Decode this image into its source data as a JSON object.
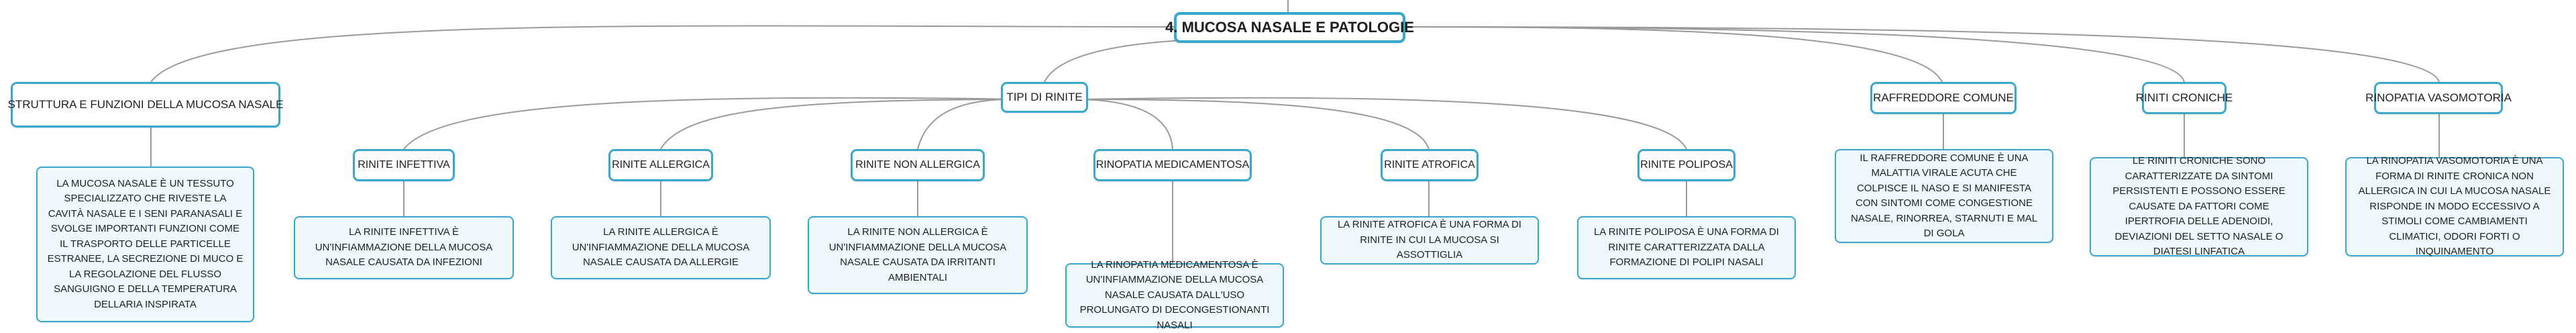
{
  "root": {
    "label": "4. MUCOSA NASALE E PATOLOGIE"
  },
  "struttura": {
    "label": "STRUTTURA E FUNZIONI DELLA MUCOSA NASALE",
    "detail": "LA MUCOSA NASALE È UN TESSUTO SPECIALIZZATO CHE RIVESTE LA CAVITÀ NASALE E I SENI PARANASALI E SVOLGE IMPORTANTI FUNZIONI COME IL TRASPORTO DELLE PARTICELLE ESTRANEE, LA SECREZIONE DI MUCO E LA REGOLAZIONE DEL FLUSSO SANGUIGNO E DELLA TEMPERATURA DELLARIA INSPIRATA"
  },
  "tipi": {
    "label": "TIPI DI RINITE",
    "items": [
      {
        "label": "RINITE INFETTIVA",
        "detail": "LA RINITE INFETTIVA È UN'INFIAMMAZIONE DELLA MUCOSA NASALE CAUSATA DA INFEZIONI"
      },
      {
        "label": "RINITE ALLERGICA",
        "detail": "LA RINITE ALLERGICA È UN'INFIAMMAZIONE DELLA MUCOSA NASALE CAUSATA DA ALLERGIE"
      },
      {
        "label": "RINITE NON ALLERGICA",
        "detail": "LA RINITE NON ALLERGICA È UN'INFIAMMAZIONE DELLA MUCOSA NASALE CAUSATA DA IRRITANTI AMBIENTALI"
      },
      {
        "label": "RINOPATIA MEDICAMENTOSA",
        "detail": "LA RINOPATIA MEDICAMENTOSA È UN'INFIAMMAZIONE DELLA MUCOSA NASALE CAUSATA DALL'USO PROLUNGATO DI DECONGESTIONANTI NASALI"
      },
      {
        "label": "RINITE ATROFICA",
        "detail": "LA RINITE ATROFICA È UNA FORMA DI RINITE IN CUI LA MUCOSA SI ASSOTTIGLIA"
      },
      {
        "label": "RINITE POLIPOSA",
        "detail": "LA RINITE POLIPOSA È UNA FORMA DI RINITE CARATTERIZZATA DALLA FORMAZIONE DI POLIPI NASALI"
      }
    ]
  },
  "raffreddore": {
    "label": "RAFFREDDORE COMUNE",
    "detail": "IL RAFFREDDORE COMUNE È UNA MALATTIA VIRALE ACUTA CHE COLPISCE IL NASO E SI MANIFESTA CON SINTOMI COME CONGESTIONE NASALE, RINORREA, STARNUTI E MAL DI GOLA"
  },
  "croniche": {
    "label": "RINITI CRONICHE",
    "detail": "LE RINITI CRONICHE SONO CARATTERIZZATE DA SINTOMI PERSISTENTI E POSSONO ESSERE CAUSATE DA FATTORI COME IPERTROFIA DELLE ADENOIDI, DEVIAZIONI DEL SETTO NASALE O DIATESI LINFATICA"
  },
  "vasomotoria": {
    "label": "RINOPATIA VASOMOTORIA",
    "detail": "LA RINOPATIA VASOMOTORIA È UNA FORMA DI RINITE CRONICA NON ALLERGICA IN CUI LA MUCOSA NASALE RISPONDE IN MODO ECCESSIVO A STIMOLI COME CAMBIAMENTI CLIMATICI, ODORI FORTI O INQUINAMENTO"
  },
  "colors": {
    "border": "#3aa7cf",
    "link": "#9a9a9a",
    "detail_bg": "#eef8fd"
  }
}
